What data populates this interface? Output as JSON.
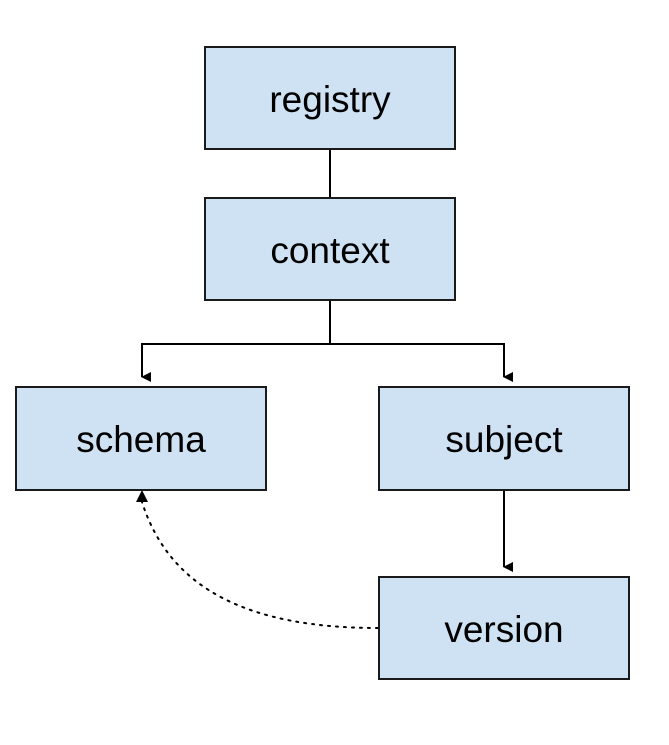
{
  "diagram": {
    "colors": {
      "node_fill": "#cfe2f3",
      "node_stroke": "#1a1a1a",
      "edge": "#000000"
    },
    "nodes": {
      "registry": {
        "label": "registry"
      },
      "context": {
        "label": "context"
      },
      "schema": {
        "label": "schema"
      },
      "subject": {
        "label": "subject"
      },
      "version": {
        "label": "version"
      }
    },
    "edges": [
      {
        "from": "registry",
        "to": "context",
        "style": "solid",
        "arrow": false
      },
      {
        "from": "context",
        "to": "schema",
        "style": "solid",
        "arrow": true
      },
      {
        "from": "context",
        "to": "subject",
        "style": "solid",
        "arrow": true
      },
      {
        "from": "subject",
        "to": "version",
        "style": "solid",
        "arrow": true
      },
      {
        "from": "version",
        "to": "schema",
        "style": "dotted",
        "arrow": true
      }
    ]
  }
}
